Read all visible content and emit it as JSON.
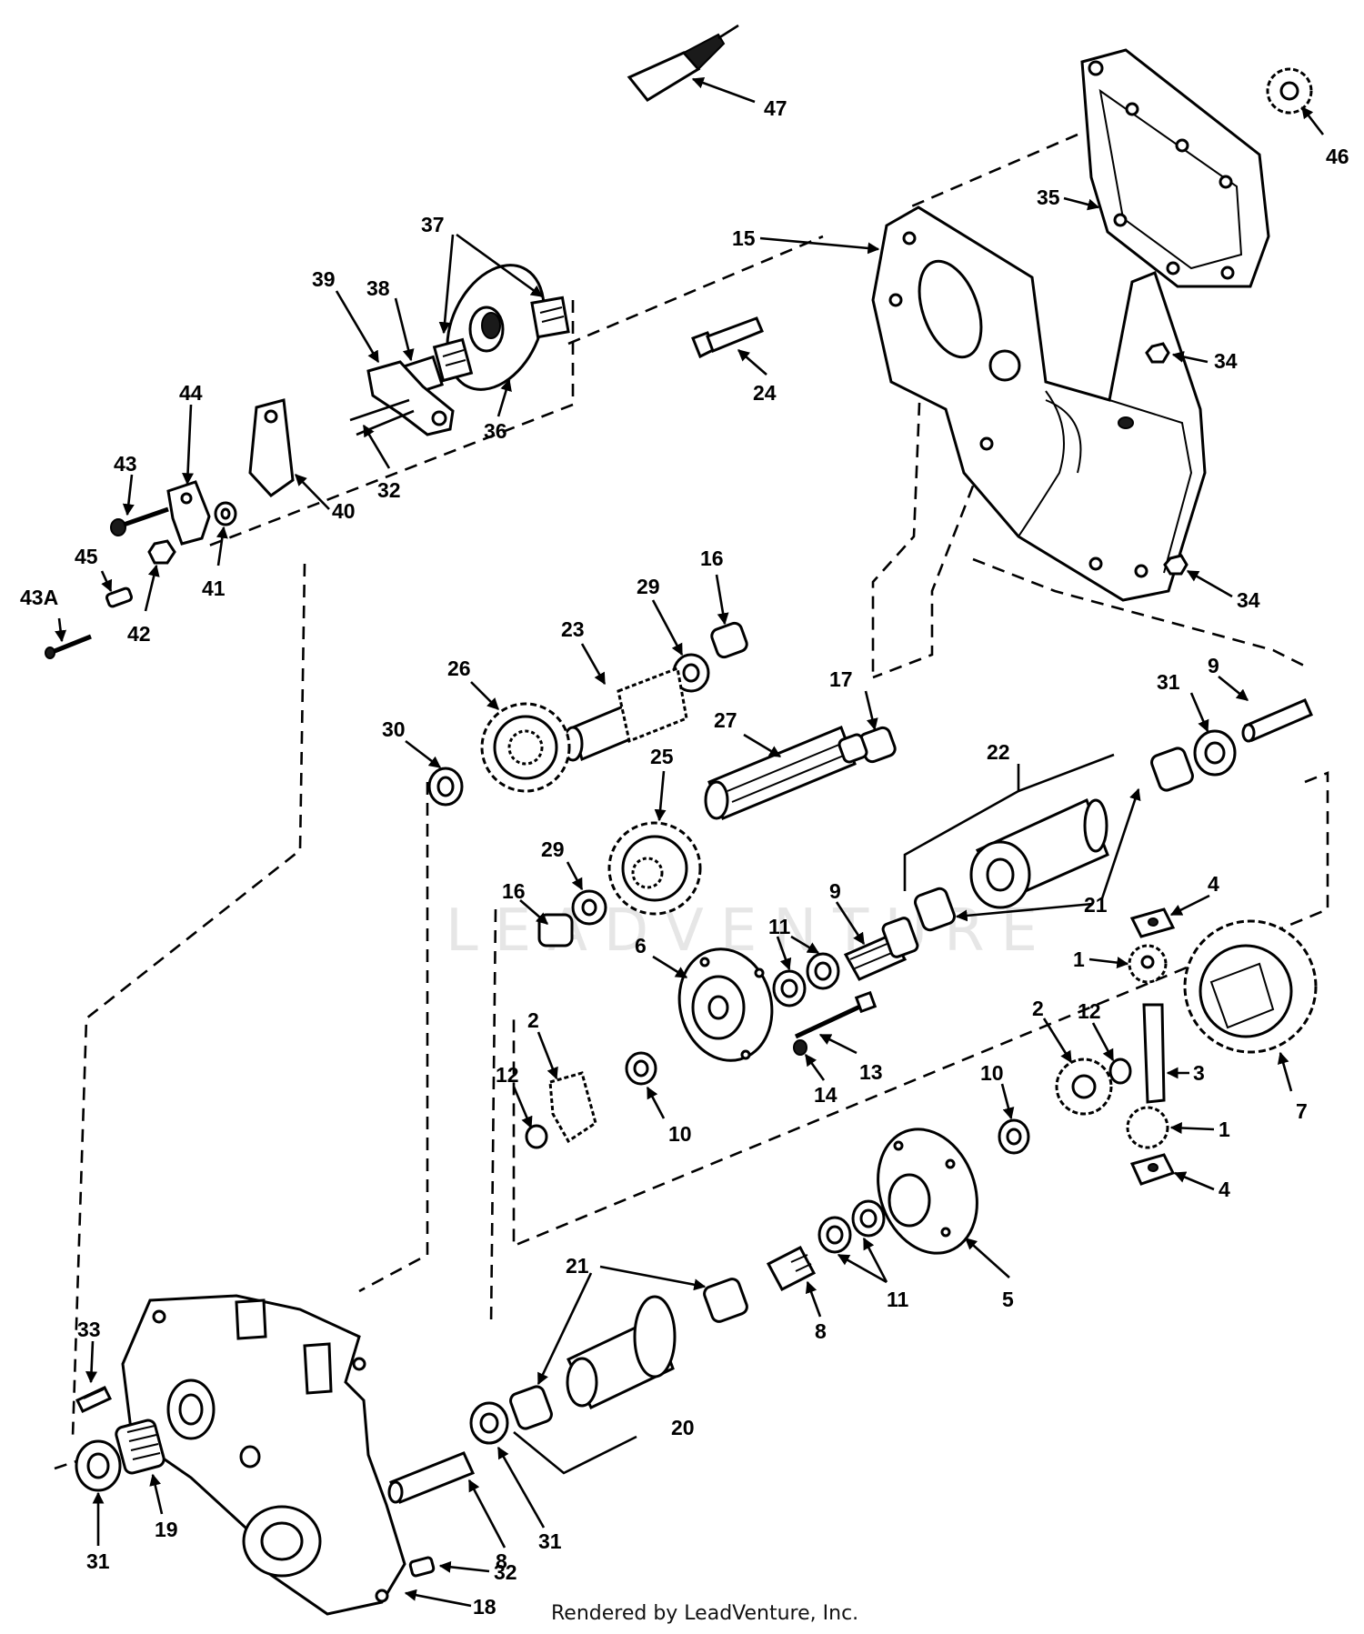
{
  "watermark": "LEADVENTURE",
  "footer": "Rendered by LeadVenture, Inc.",
  "callouts": [
    {
      "id": "c47",
      "text": "47"
    },
    {
      "id": "c46",
      "text": "46"
    },
    {
      "id": "c35",
      "text": "35"
    },
    {
      "id": "c15",
      "text": "15"
    },
    {
      "id": "c37",
      "text": "37"
    },
    {
      "id": "c39",
      "text": "39"
    },
    {
      "id": "c38",
      "text": "38"
    },
    {
      "id": "c36",
      "text": "36"
    },
    {
      "id": "c24",
      "text": "24"
    },
    {
      "id": "c34a",
      "text": "34"
    },
    {
      "id": "c34b",
      "text": "34"
    },
    {
      "id": "c44",
      "text": "44"
    },
    {
      "id": "c43",
      "text": "43"
    },
    {
      "id": "c40",
      "text": "40"
    },
    {
      "id": "c32a",
      "text": "32"
    },
    {
      "id": "c41",
      "text": "41"
    },
    {
      "id": "c45",
      "text": "45"
    },
    {
      "id": "c42",
      "text": "42"
    },
    {
      "id": "c43a",
      "text": "43A"
    },
    {
      "id": "c16a",
      "text": "16"
    },
    {
      "id": "c29a",
      "text": "29"
    },
    {
      "id": "c23",
      "text": "23"
    },
    {
      "id": "c26",
      "text": "26"
    },
    {
      "id": "c17",
      "text": "17"
    },
    {
      "id": "c30",
      "text": "30"
    },
    {
      "id": "c27",
      "text": "27"
    },
    {
      "id": "c25",
      "text": "25"
    },
    {
      "id": "c22",
      "text": "22"
    },
    {
      "id": "c31a",
      "text": "31"
    },
    {
      "id": "c9a",
      "text": "9"
    },
    {
      "id": "c29b",
      "text": "29"
    },
    {
      "id": "c16b",
      "text": "16"
    },
    {
      "id": "c9b",
      "text": "9"
    },
    {
      "id": "c21a",
      "text": "21"
    },
    {
      "id": "c4a",
      "text": "4"
    },
    {
      "id": "c11a",
      "text": "11"
    },
    {
      "id": "c6",
      "text": "6"
    },
    {
      "id": "c1a",
      "text": "1"
    },
    {
      "id": "c2a",
      "text": "2"
    },
    {
      "id": "c12a",
      "text": "12"
    },
    {
      "id": "c13",
      "text": "13"
    },
    {
      "id": "c14",
      "text": "14"
    },
    {
      "id": "c2b",
      "text": "2"
    },
    {
      "id": "c12b",
      "text": "12"
    },
    {
      "id": "c3",
      "text": "3"
    },
    {
      "id": "c7",
      "text": "7"
    },
    {
      "id": "c10a",
      "text": "10"
    },
    {
      "id": "c10b",
      "text": "10"
    },
    {
      "id": "c1b",
      "text": "1"
    },
    {
      "id": "c4b",
      "text": "4"
    },
    {
      "id": "c5",
      "text": "5"
    },
    {
      "id": "c11b",
      "text": "11"
    },
    {
      "id": "c21b",
      "text": "21"
    },
    {
      "id": "c8a",
      "text": "8"
    },
    {
      "id": "c33",
      "text": "33"
    },
    {
      "id": "c20",
      "text": "20"
    },
    {
      "id": "c19",
      "text": "19"
    },
    {
      "id": "c31b",
      "text": "31"
    },
    {
      "id": "c8b",
      "text": "8"
    },
    {
      "id": "c31c",
      "text": "31"
    },
    {
      "id": "c32b",
      "text": "32"
    },
    {
      "id": "c18",
      "text": "18"
    }
  ]
}
